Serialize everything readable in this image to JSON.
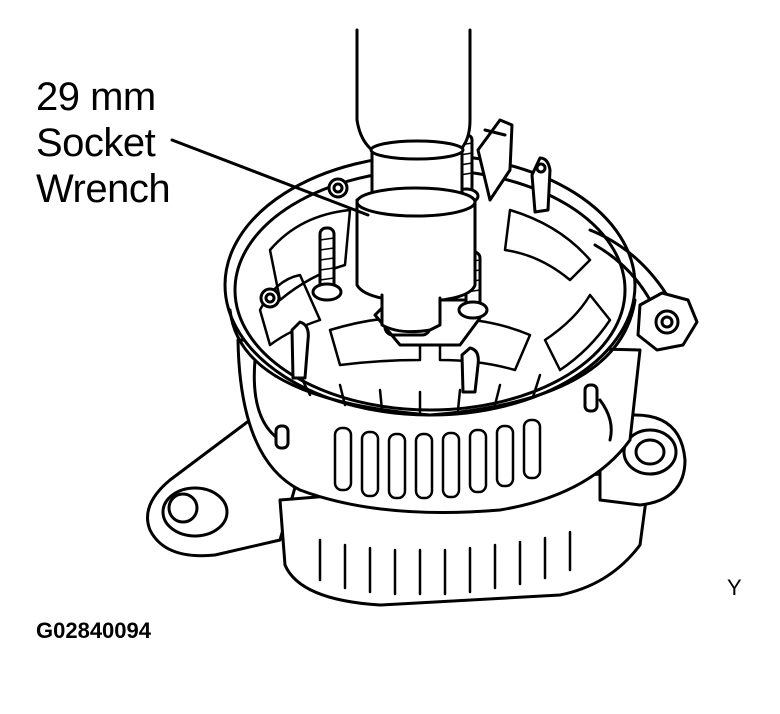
{
  "callout": {
    "line1": "29 mm",
    "line2": "Socket",
    "line3": "Wrench"
  },
  "figure_id": "G02840094",
  "corner_mark": "Y"
}
